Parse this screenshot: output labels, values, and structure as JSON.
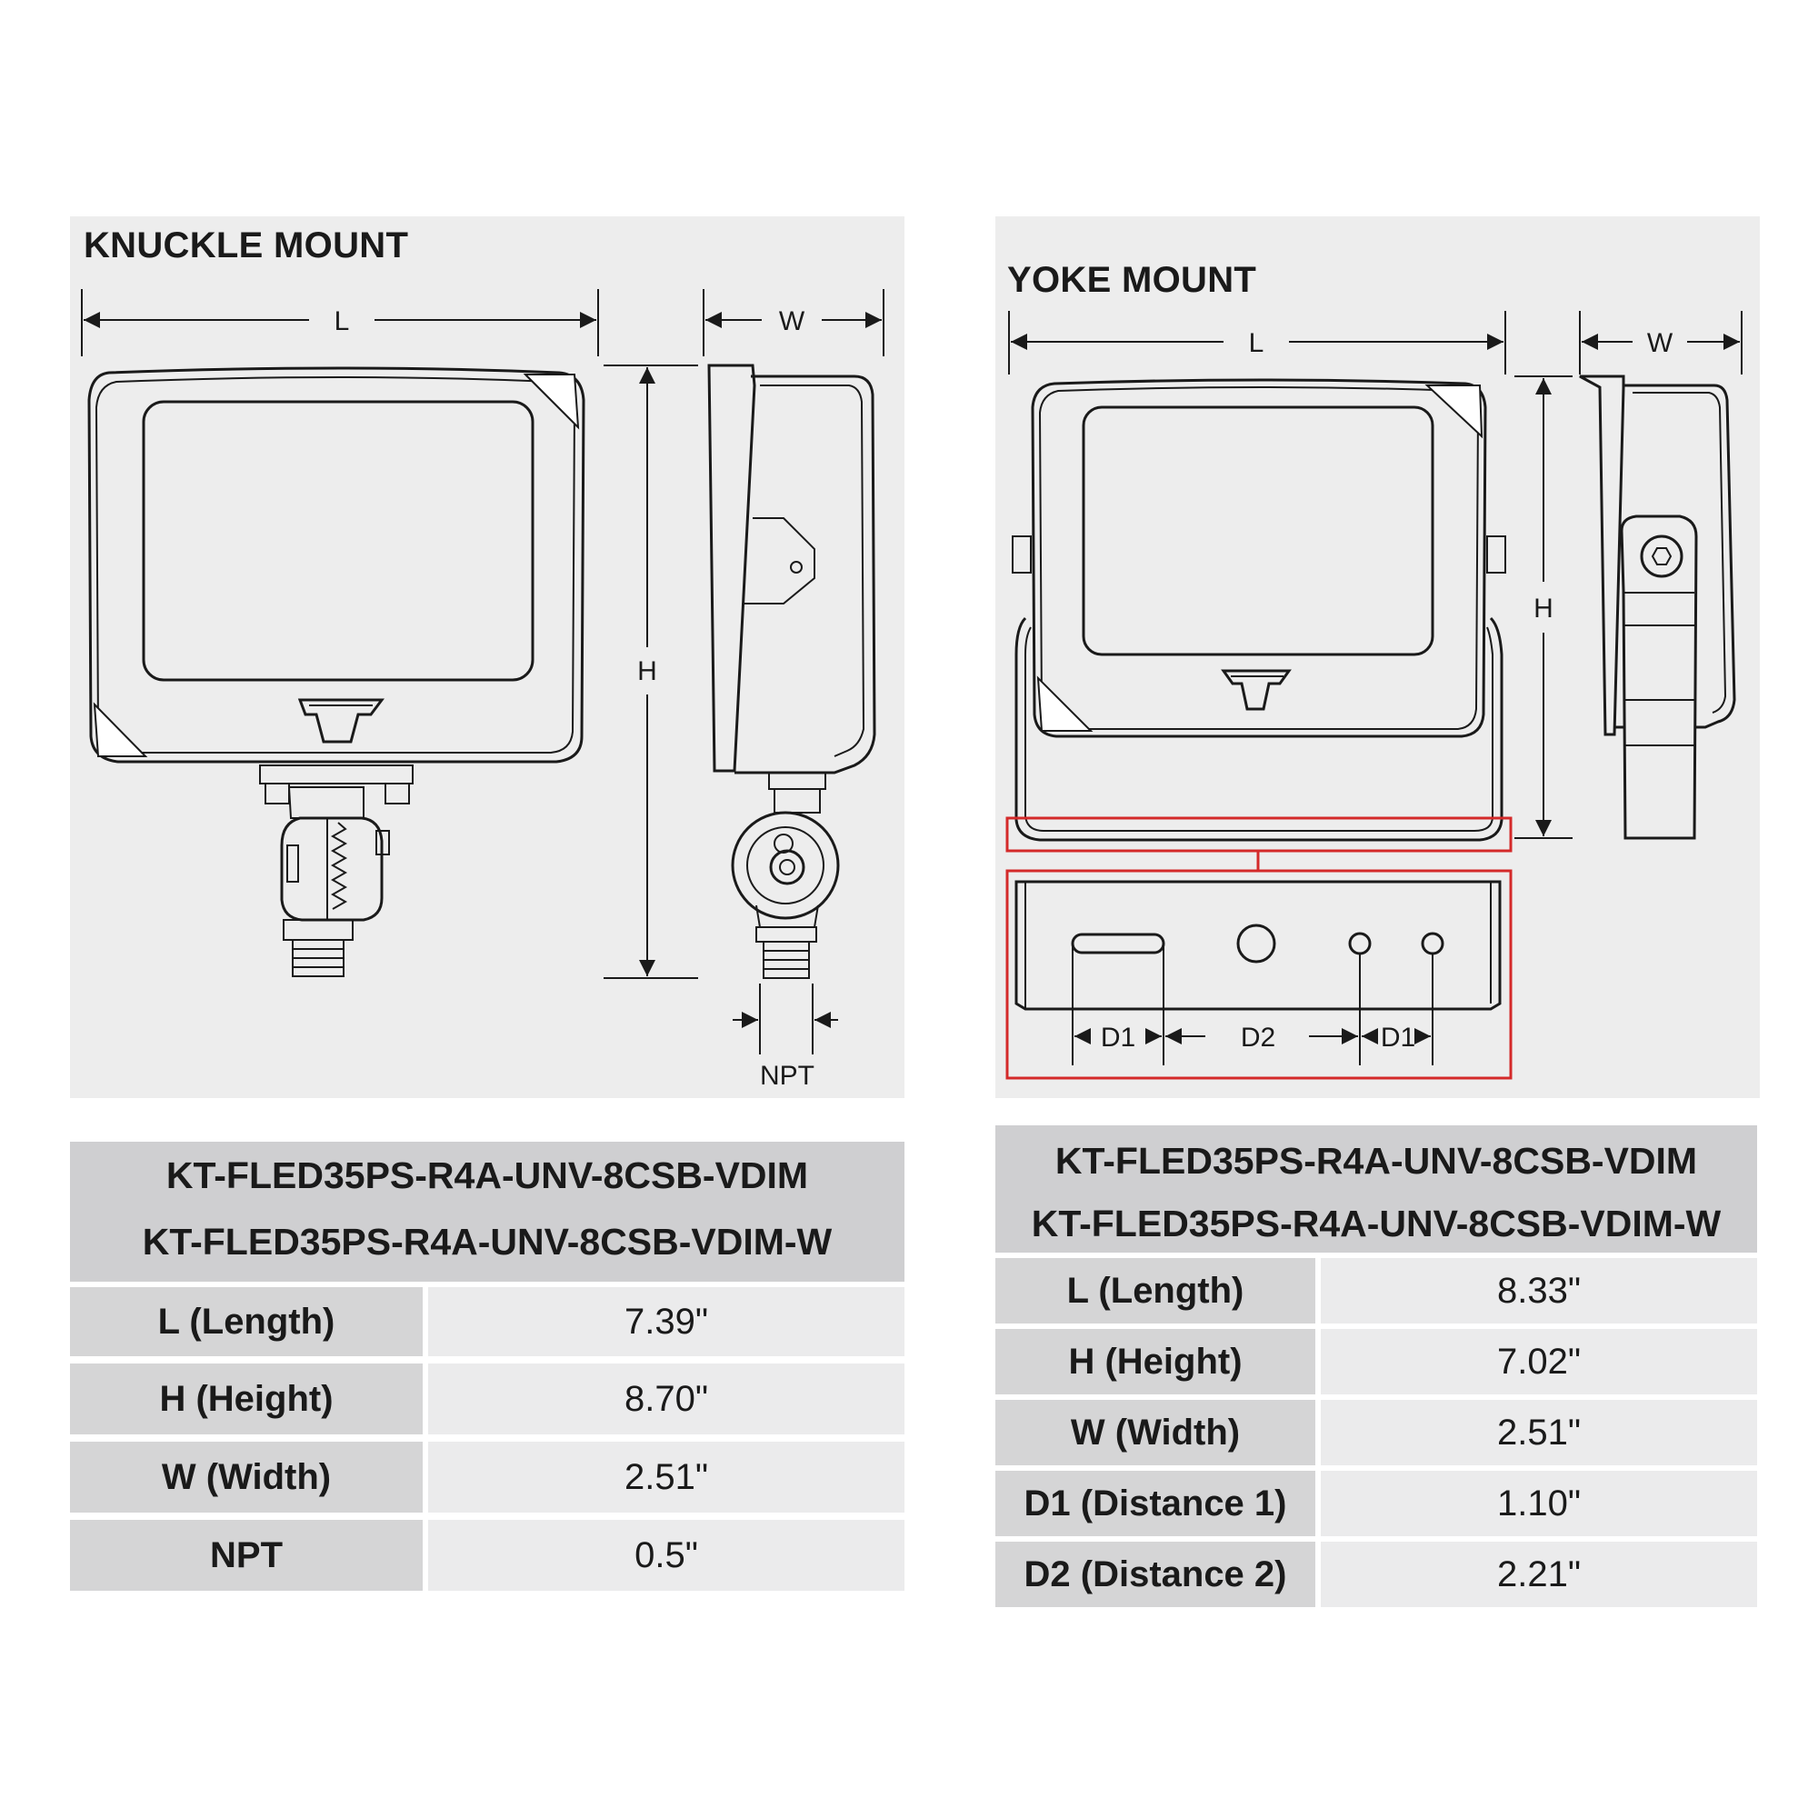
{
  "knuckle": {
    "title": "KNUCKLE MOUNT",
    "dims": {
      "length": "L",
      "width": "W",
      "height": "H",
      "npt": "NPT"
    },
    "table": {
      "models": [
        "KT-FLED35PS-R4A-UNV-8CSB-VDIM",
        "KT-FLED35PS-R4A-UNV-8CSB-VDIM-W"
      ],
      "rows": [
        {
          "label": "L (Length)",
          "value": "7.39\""
        },
        {
          "label": "H (Height)",
          "value": "8.70\""
        },
        {
          "label": "W (Width)",
          "value": "2.51\""
        },
        {
          "label": "NPT",
          "value": "0.5\""
        }
      ]
    }
  },
  "yoke": {
    "title": "YOKE MOUNT",
    "dims": {
      "length": "L",
      "width": "W",
      "height": "H",
      "d1": "D1",
      "d2": "D2"
    },
    "table": {
      "models": [
        "KT-FLED35PS-R4A-UNV-8CSB-VDIM",
        "KT-FLED35PS-R4A-UNV-8CSB-VDIM-W"
      ],
      "rows": [
        {
          "label": "L (Length)",
          "value": "8.33\""
        },
        {
          "label": "H (Height)",
          "value": "7.02\""
        },
        {
          "label": "W (Width)",
          "value": "2.51\""
        },
        {
          "label": "D1 (Distance 1)",
          "value": "1.10\""
        },
        {
          "label": "D2 (Distance 2)",
          "value": "2.21\""
        }
      ]
    }
  },
  "colors": {
    "panel": "#ededed",
    "line": "#1a1a1a",
    "highlight": "#d42a2a",
    "header": "#cfcfd1"
  }
}
